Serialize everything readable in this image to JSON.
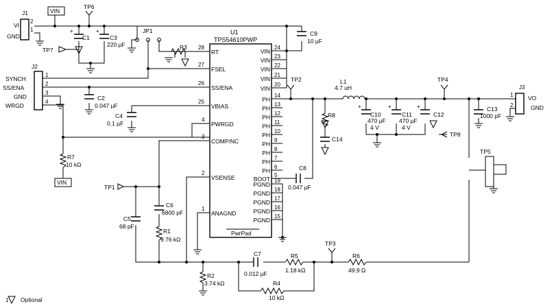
{
  "u1": {
    "ref": "U1",
    "part": "TPS54610PWP",
    "pwrpad": "PwrPad",
    "left": [
      {
        "name": "RT",
        "num": "28"
      },
      {
        "name": "FSEL",
        "num": "27"
      },
      {
        "name": "SS/ENA",
        "num": "26"
      },
      {
        "name": "VBIAS",
        "num": "25"
      },
      {
        "name": "PWRGD",
        "num": "4"
      },
      {
        "name": "COMP/NC",
        "num": "3"
      },
      {
        "name": "VSENSE",
        "num": "2"
      },
      {
        "name": "ANAGND",
        "num": "1"
      }
    ],
    "right": [
      {
        "name": "VIN",
        "num": "24"
      },
      {
        "name": "VIN",
        "num": "23"
      },
      {
        "name": "VIN",
        "num": "22"
      },
      {
        "name": "VIN",
        "num": "21"
      },
      {
        "name": "VIN",
        "num": "20"
      },
      {
        "name": "PH",
        "num": "14"
      },
      {
        "name": "PH",
        "num": "13"
      },
      {
        "name": "PH",
        "num": "12"
      },
      {
        "name": "PH",
        "num": "11"
      },
      {
        "name": "PH",
        "num": "10"
      },
      {
        "name": "PH",
        "num": "9"
      },
      {
        "name": "PH",
        "num": "8"
      },
      {
        "name": "PH",
        "num": "7"
      },
      {
        "name": "PH",
        "num": "6"
      },
      {
        "name": "BOOT",
        "num": "5"
      },
      {
        "name": "PGND",
        "num": "19"
      },
      {
        "name": "PGND",
        "num": "18"
      },
      {
        "name": "PGND",
        "num": "17"
      },
      {
        "name": "PGND",
        "num": "16"
      },
      {
        "name": "PGND",
        "num": "15"
      }
    ]
  },
  "j1": {
    "ref": "J1",
    "vin": "VI",
    "gnd": "GND",
    "pin1": "1",
    "pin2": "2"
  },
  "j2": {
    "ref": "J2",
    "l1": "SYNCH",
    "l2": "SS/ENA",
    "l3": "GND",
    "l4": "WRGD",
    "p1": "1",
    "p2": "2",
    "p3": "3",
    "p4": "4"
  },
  "j3": {
    "ref": "J3",
    "vout": "VO",
    "gnd": "GND",
    "p1": "1",
    "p2": "2"
  },
  "net": {
    "vin_top": "VIN",
    "vin_bottom": "VIN"
  },
  "tp": {
    "tp1": "TP1",
    "tp2": "TP2",
    "tp3": "TP3",
    "tp4": "TP4",
    "tp5": "TP5",
    "tp6": "TP6",
    "tp7": "TP7",
    "tp8": "TP8"
  },
  "parts": {
    "c1": "C1",
    "c3_ref": "C3",
    "c3_val": "220 µF",
    "c9_ref": "C9",
    "c9_val": "10 µF",
    "c2_ref": "C2",
    "c2_val": "0.047 µF",
    "c4_ref": "C4",
    "c4_val": "0.1 µF",
    "c6_ref": "C6",
    "c6_val": "6800 pF",
    "c5_ref": "C5",
    "c5_val": "68 pF",
    "c8_ref": "C8",
    "c8_val": "0.047 µF",
    "c14_ref": "C14",
    "c7_ref": "C7",
    "c7_val": "0.012 µF",
    "c10_ref": "C10",
    "c10_val": "470 µF",
    "c10_v": "4 V",
    "c11_ref": "C11",
    "c11_val": "470 µF",
    "c11_v": "4 V",
    "c12_ref": "C12",
    "c13_ref": "C13",
    "c13_val": "1000 pF",
    "r3": "R3",
    "r7_ref": "R7",
    "r7_val": "10 kΩ",
    "r1_ref": "R1",
    "r1_val": "9.76 kΩ",
    "r8": "R8",
    "r2_ref": "R2",
    "r2_val": "3.74 kΩ",
    "r5_ref": "R5",
    "r5_val": "1.18 kΩ",
    "r4_ref": "R4",
    "r4_val": "10 kΩ",
    "r6_ref": "R6",
    "r6_val": "49.9 Ω",
    "l1_ref": "L1",
    "l1_val": "4.7 uH",
    "jp1": "JP1"
  },
  "legend": {
    "optional": "Optional"
  }
}
